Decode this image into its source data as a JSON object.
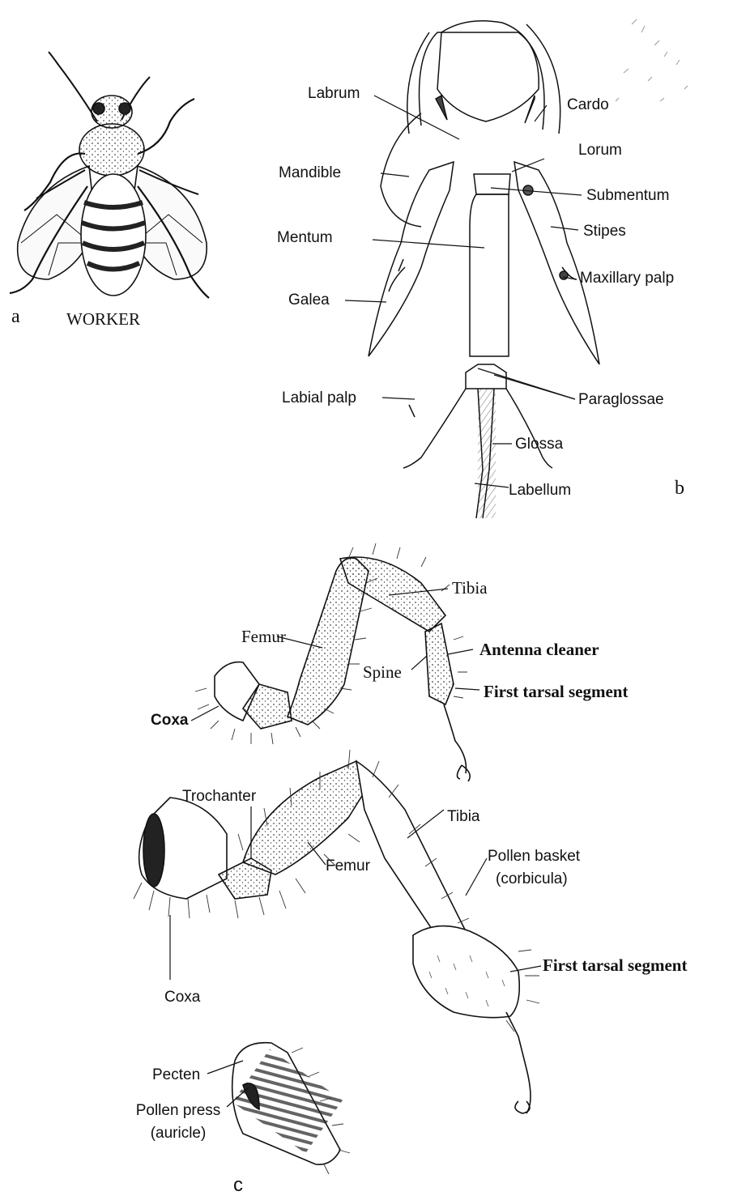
{
  "panel_a": {
    "letter": "a",
    "caption": "WORKER"
  },
  "panel_b": {
    "letter": "b",
    "labels": {
      "labrum": "Labrum",
      "cardo": "Cardo",
      "lorum": "Lorum",
      "mandible": "Mandible",
      "submentum": "Submentum",
      "stipes": "Stipes",
      "mentum": "Mentum",
      "maxillary_palp": "Maxillary palp",
      "galea": "Galea",
      "labial_palp": "Labial palp",
      "paraglossae": "Paraglossae",
      "glossa": "Glossa",
      "labellum": "Labellum"
    }
  },
  "panel_c": {
    "letter": "c",
    "foreleg": {
      "tibia": "Tibia",
      "femur": "Femur",
      "antenna_cleaner": "Antenna cleaner",
      "spine": "Spine",
      "first_tarsal_segment": "First tarsal segment",
      "coxa": "Coxa"
    },
    "hindleg": {
      "trochanter": "Trochanter",
      "tibia": "Tibia",
      "pollen_basket": "Pollen basket",
      "corbicula": "(corbicula)",
      "femur": "Femur",
      "first_tarsal_segment": "First tarsal segment",
      "coxa": "Coxa"
    },
    "detail": {
      "pecten": "Pecten",
      "pollen_press": "Pollen press",
      "auricle": "(auricle)"
    }
  }
}
